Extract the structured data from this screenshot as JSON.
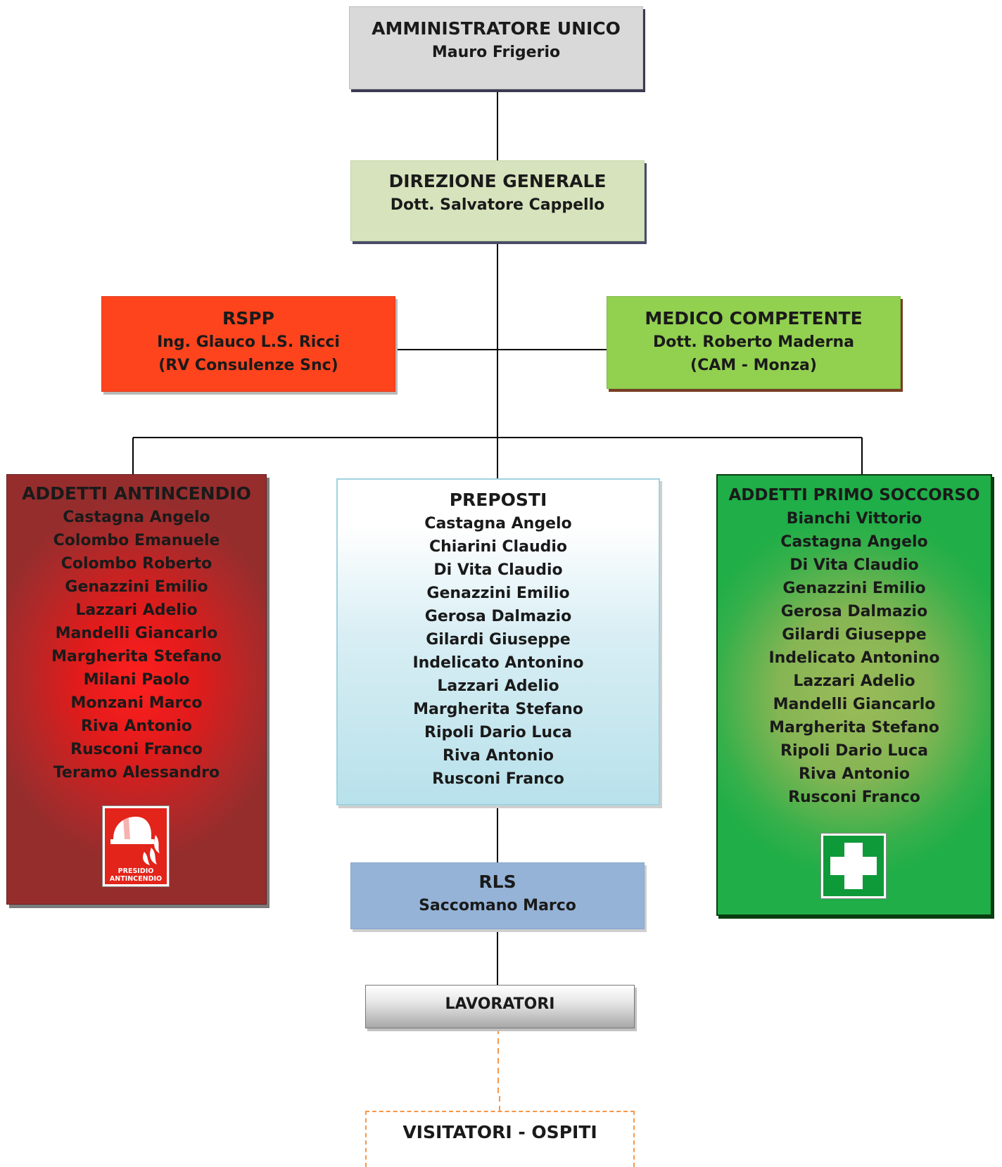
{
  "admin": {
    "title": "AMMINISTRATORE UNICO",
    "name": "Mauro Frigerio"
  },
  "direzione": {
    "title": "DIREZIONE GENERALE",
    "name": "Dott. Salvatore Cappello"
  },
  "rspp": {
    "title": "RSPP",
    "name": "Ing. Glauco L.S. Ricci",
    "company": "(RV Consulenze Snc)"
  },
  "medico": {
    "title": "MEDICO COMPETENTE",
    "name": "Dott. Roberto Maderna",
    "company": "(CAM - Monza)"
  },
  "antincendio": {
    "title": "ADDETTI ANTINCENDIO",
    "members": [
      "Castagna Angelo",
      "Colombo Emanuele",
      "Colombo Roberto",
      "Genazzini Emilio",
      "Lazzari Adelio",
      "Mandelli Giancarlo",
      "Margherita Stefano",
      "Milani Paolo",
      "Monzani Marco",
      "Riva Antonio",
      "Rusconi Franco",
      "Teramo Alessandro"
    ],
    "sign_line1": "PRESIDIO",
    "sign_line2": "ANTINCENDIO",
    "icon": "fire-extinguisher-sign-icon",
    "color": "#e3241b"
  },
  "preposti": {
    "title": "PREPOSTI",
    "members": [
      "Castagna Angelo",
      "Chiarini Claudio",
      "Di Vita Claudio",
      "Genazzini Emilio",
      "Gerosa Dalmazio",
      "Gilardi Giuseppe",
      "Indelicato Antonino",
      "Lazzari Adelio",
      "Margherita Stefano",
      "Ripoli Dario Luca",
      "Riva Antonio",
      "Rusconi Franco"
    ]
  },
  "primo_soccorso": {
    "title": "ADDETTI PRIMO SOCCORSO",
    "members": [
      "Bianchi Vittorio",
      "Castagna Angelo",
      "Di Vita Claudio",
      "Genazzini Emilio",
      "Gerosa Dalmazio",
      "Gilardi Giuseppe",
      "Indelicato Antonino",
      "Lazzari Adelio",
      "Mandelli Giancarlo",
      "Margherita Stefano",
      "Ripoli Dario Luca",
      "Riva Antonio",
      "Rusconi Franco"
    ],
    "icon": "first-aid-cross-icon",
    "color": "#0f9a3a"
  },
  "rls": {
    "title": "RLS",
    "name": "Saccomano Marco"
  },
  "lavoratori": {
    "title": "LAVORATORI"
  },
  "visitatori": {
    "title": "VISITATORI - OSPITI"
  }
}
